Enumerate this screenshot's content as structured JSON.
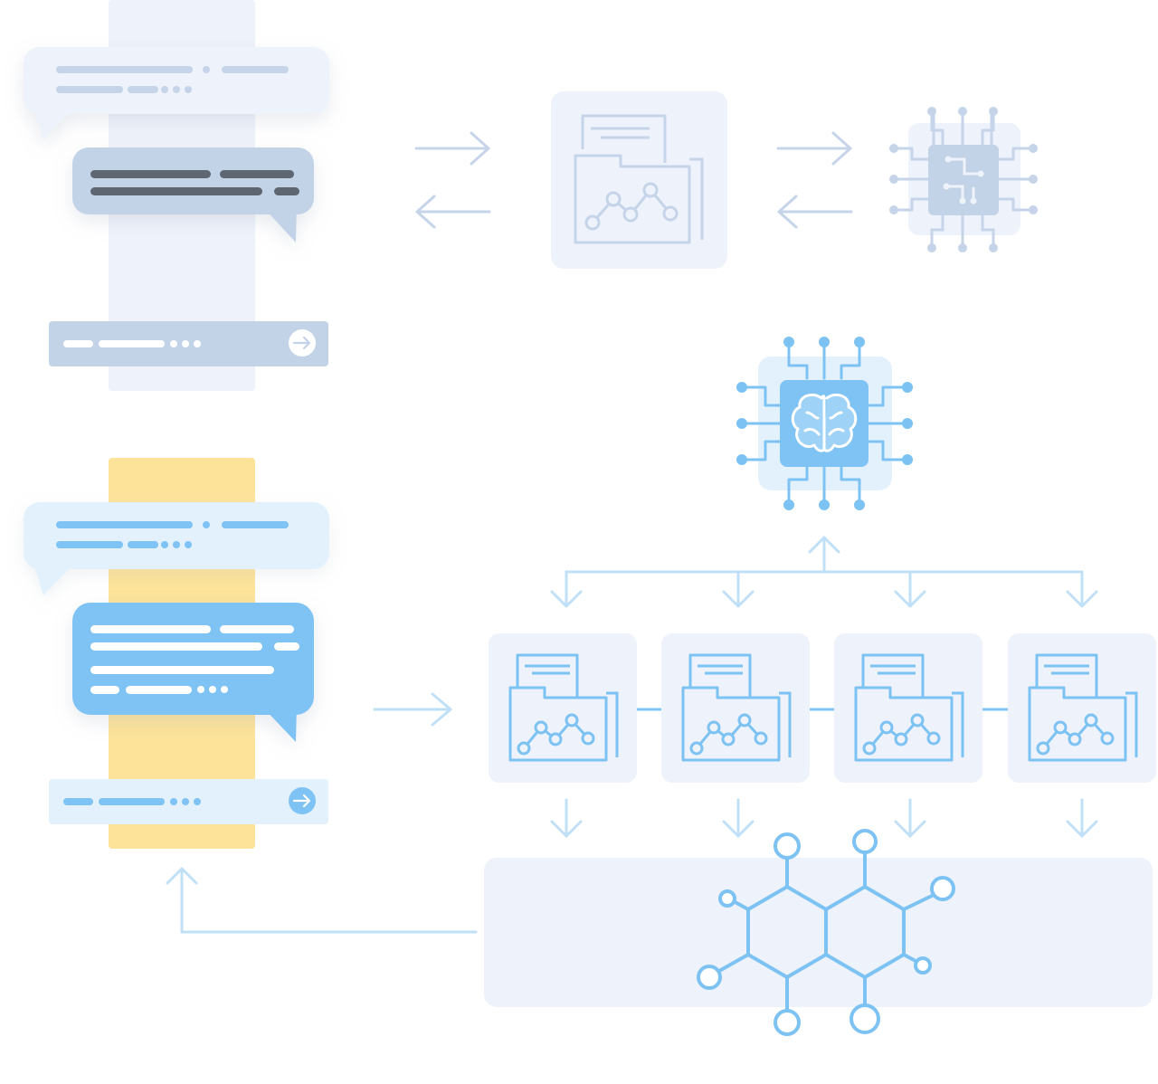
{
  "colors": {
    "background": "#ffffff",
    "panel_light": "#eef2fa",
    "gray_fill": "#c3d3e7",
    "gray_line": "#c5d4e8",
    "gray_dark_bar": "#5e6672",
    "blue_fill": "#7fc3f5",
    "blue_line": "#7cc2f2",
    "blue_arrow": "#bfe0f7",
    "blue_bubble_light": "#e3f1fc",
    "yellow_column": "#fde39a",
    "white": "#ffffff"
  },
  "icons": {
    "chat_bubble": "speech-bubble",
    "send": "arrow-right-circle",
    "folder_document": "folder-with-document-and-line-chart",
    "chip": "processor-chip",
    "ai_brain_chip": "processor-chip-with-brain",
    "molecule": "hexagonal-molecule-network"
  },
  "sections": {
    "top_flow": {
      "state": "inactive",
      "theme": "gray"
    },
    "bottom_flow": {
      "state": "active",
      "theme": "blue"
    },
    "parallel_documents": 4
  }
}
